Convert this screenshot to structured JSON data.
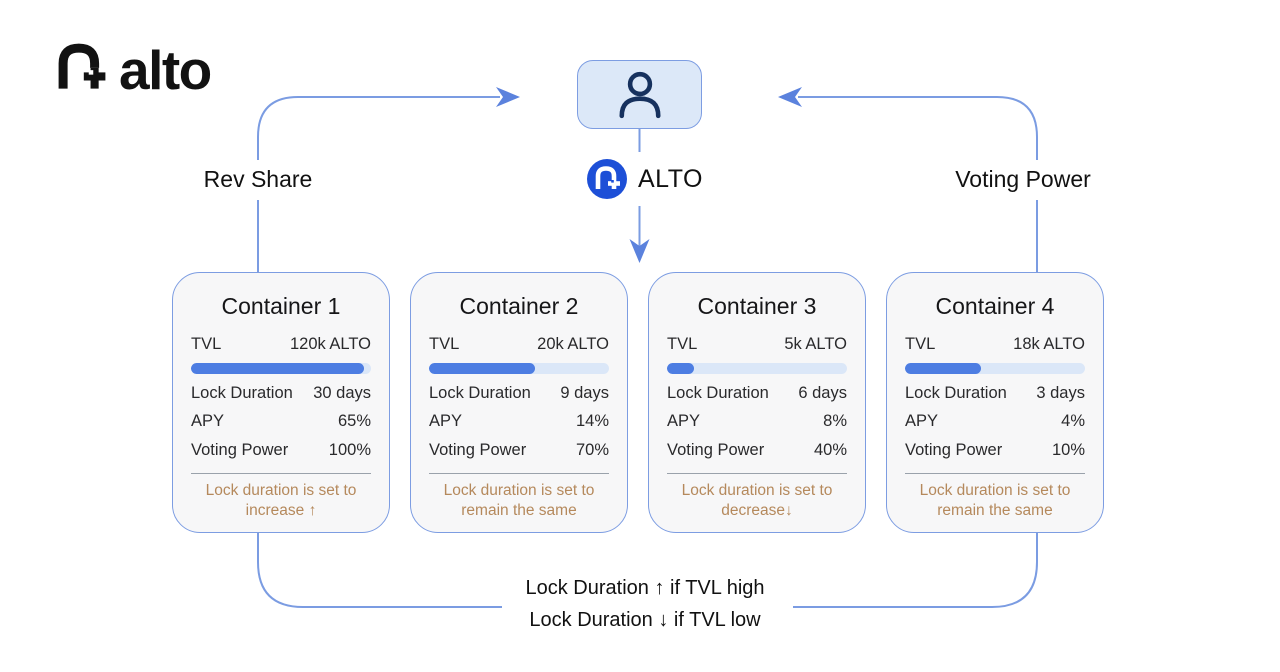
{
  "brand": {
    "wordmark": "alto"
  },
  "token": {
    "symbol": "ALTO"
  },
  "flow_labels": {
    "left": "Rev Share",
    "right": "Voting Power"
  },
  "bottom_labels": {
    "line1": "Lock Duration ↑ if TVL high",
    "line2": "Lock Duration ↓ if TVL low"
  },
  "field_labels": {
    "tvl": "TVL",
    "lock_duration": "Lock Duration",
    "apy": "APY",
    "voting_power": "Voting Power"
  },
  "containers": [
    {
      "title": "Container 1",
      "tvl": "120k ALTO",
      "bar_percent": 96,
      "lock_duration": "30 days",
      "apy": "65%",
      "voting_power": "100%",
      "note": "Lock duration is set to increase ↑"
    },
    {
      "title": "Container 2",
      "tvl": "20k ALTO",
      "bar_percent": 59,
      "lock_duration": "9 days",
      "apy": "14%",
      "voting_power": "70%",
      "note": "Lock duration is set to remain the same"
    },
    {
      "title": "Container 3",
      "tvl": "5k ALTO",
      "bar_percent": 15,
      "lock_duration": "6 days",
      "apy": "8%",
      "voting_power": "40%",
      "note": "Lock duration is set to decrease↓"
    },
    {
      "title": "Container 4",
      "tvl": "18k ALTO",
      "bar_percent": 42,
      "lock_duration": "3 days",
      "apy": "4%",
      "voting_power": "10%",
      "note": "Lock duration is set to remain the same"
    }
  ],
  "colors": {
    "accent_blue": "#4d7de2",
    "track_blue": "#dbe7f8",
    "line_blue": "#7b9ce2",
    "arrow_blue": "#5b82dd",
    "coin_blue": "#1d4fd7",
    "navy": "#16315e",
    "note_brown": "#b5895c",
    "card_border": "#7d9de2",
    "card_bg": "#f7f7f8"
  }
}
